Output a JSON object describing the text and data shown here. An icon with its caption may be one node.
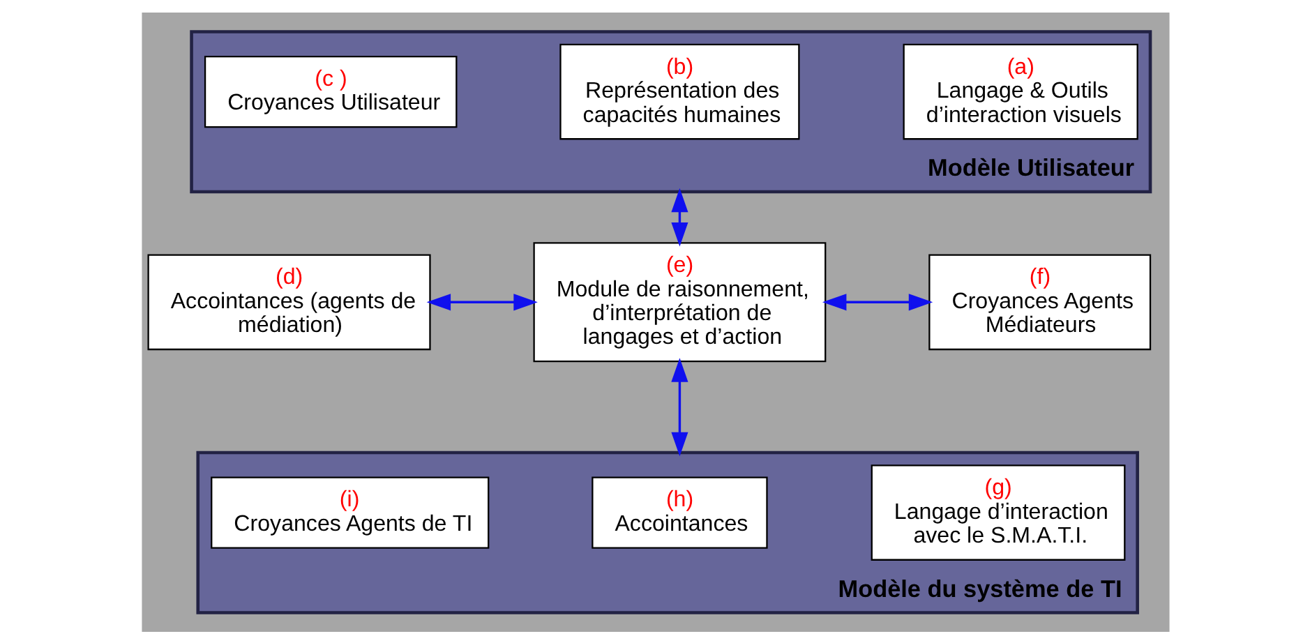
{
  "diagram": {
    "nodes": [
      {
        "text": [
          "Modèle Utilisateur"
        ]
      },
      {
        "text": [
          "(a)",
          "Langage & Outils d’interaction visuels"
        ],
        "in": 0
      },
      {
        "text": [
          "(b)",
          "Représentation des capacités humaines"
        ],
        "in": 0
      },
      {
        "text": [
          "(c )",
          "Croyances Utilisateur"
        ],
        "in": 0
      },
      {
        "text": [
          "(d)",
          "Accointances (agents de médiation)"
        ]
      },
      {
        "text": [
          "(e)",
          "Module de raisonnement, d’interprétation de langages et d’action"
        ]
      },
      {
        "text": [
          "(f)",
          "Croyances Agents Médiateurs"
        ]
      },
      {
        "text": [
          "Modèle du système de TI"
        ]
      },
      {
        "text": [
          "(g)",
          "Langage d’interaction avec le S.M.A.T.I."
        ],
        "in": 7
      },
      {
        "text": [
          "(h)",
          "Accointances"
        ],
        "in": 7
      },
      {
        "text": [
          "(i)",
          "Croyances Agents de TI"
        ],
        "in": 7
      }
    ],
    "edges": [
      {
        "from": 0,
        "to": 5,
        "arrow": "both"
      },
      {
        "from": 4,
        "to": 5,
        "arrow": "both"
      },
      {
        "from": 5,
        "to": 6,
        "arrow": "both"
      },
      {
        "from": 5,
        "to": 7,
        "arrow": "both"
      }
    ]
  }
}
